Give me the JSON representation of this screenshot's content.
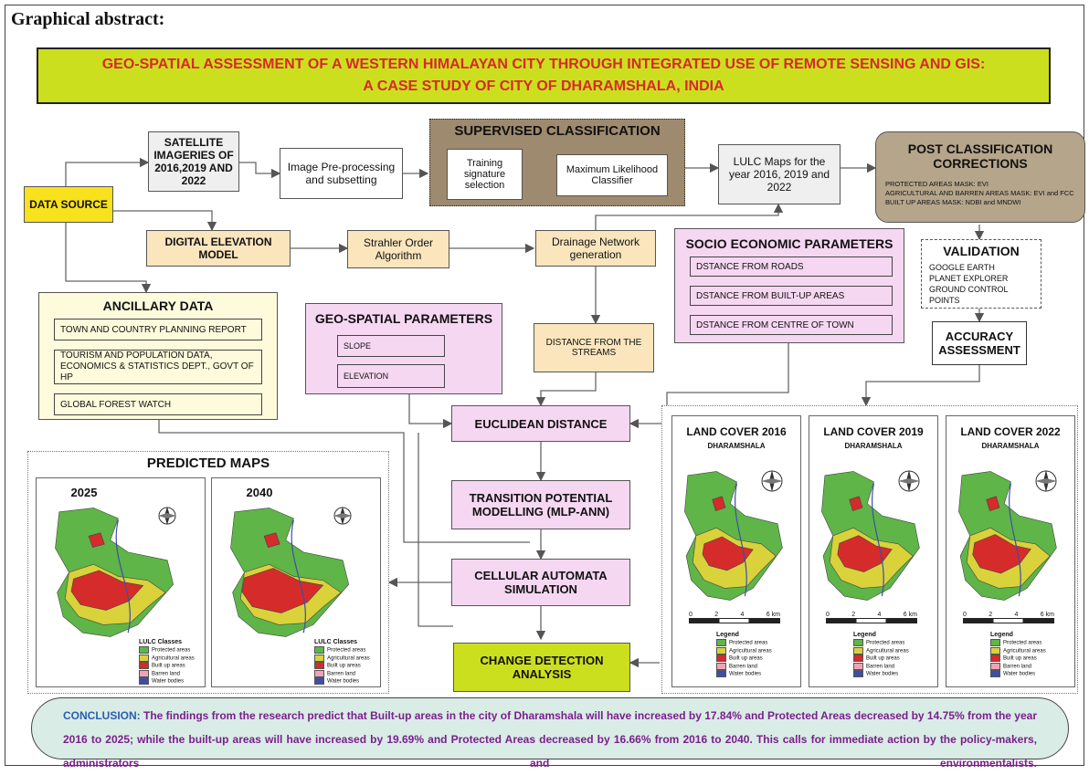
{
  "heading": "Graphical abstract:",
  "title": {
    "line1": "GEO-SPATIAL ASSESSMENT OF A WESTERN HIMALAYAN CITY THROUGH INTEGRATED USE OF REMOTE SENSING AND GIS:",
    "line2": "A CASE STUDY OF CITY OF DHARAMSHALA, INDIA"
  },
  "colors": {
    "title_fill": "#ccdf1f",
    "title_text": "#d8292a",
    "pink": "#f6d7f2",
    "tan": "#fbe5bd",
    "brown": "#b5a58b",
    "conclusion_fill": "#d9ece6",
    "conclusion_text": "#7a1f8c"
  },
  "nodes": {
    "data_source": "DATA SOURCE",
    "satellite": "SATELLITE IMAGERIES OF 2016,2019 AND 2022",
    "preprocessing": "Image Pre-processing and subsetting",
    "supervised_title": "SUPERVISED CLASSIFICATION",
    "training": "Training signature selection",
    "mlc": "Maximum Likelihood Classifier",
    "lulc_maps": "LULC Maps for the year 2016, 2019 and 2022",
    "post_title": "POST CLASSIFICATION CORRECTIONS",
    "post_lines": [
      "PROTECTED AREAS MASK: EVI",
      "AGRICULTURAL AND BARREN AREAS MASK: EVI and FCC",
      "BUILT UP AREAS MASK: NDBI and MNDWI"
    ],
    "dem": "DIGITAL ELEVATION MODEL",
    "strahler": "Strahler Order Algorithm",
    "drainage": "Drainage Network generation",
    "socio_title": "SOCIO ECONOMIC PARAMETERS",
    "socio_items": [
      "DSTANCE FROM ROADS",
      "DSTANCE FROM BUILT-UP AREAS",
      "DSTANCE FROM CENTRE OF TOWN"
    ],
    "validation_title": "VALIDATION",
    "validation_items": [
      "GOOGLE EARTH",
      "PLANET EXPLORER",
      "GROUND CONTROL POINTS"
    ],
    "ancillary_title": "ANCILLARY DATA",
    "ancillary_items": [
      "TOWN AND COUNTRY PLANNING REPORT",
      "TOURISM AND POPULATION DATA, ECONOMICS & STATISTICS DEPT., GOVT OF HP",
      "GLOBAL FOREST WATCH"
    ],
    "geo_title": "GEO-SPATIAL PARAMETERS",
    "geo_items": [
      "SLOPE",
      "ELEVATION"
    ],
    "streams": "DISTANCE FROM THE STREAMS",
    "accuracy": "ACCURACY ASSESSMENT",
    "euclidean": "EUCLIDEAN DISTANCE",
    "transition": "TRANSITION POTENTIAL MODELLING (MLP-ANN)",
    "cellular": "CELLULAR AUTOMATA SIMULATION",
    "change": "CHANGE DETECTION ANALYSIS",
    "predicted_title": "PREDICTED MAPS"
  },
  "predicted_maps": [
    {
      "year": "2025",
      "legend_title": "LULC Classes"
    },
    {
      "year": "2040",
      "legend_title": "LULC Classes"
    }
  ],
  "land_cover_maps": [
    {
      "title": "LAND COVER 2016",
      "subtitle": "DHARAMSHALA"
    },
    {
      "title": "LAND COVER 2019",
      "subtitle": "DHARAMSHALA"
    },
    {
      "title": "LAND COVER 2022",
      "subtitle": "DHARAMSHALA"
    }
  ],
  "legend": {
    "title": "Legend",
    "scale": [
      "0",
      "2",
      "4",
      "6 km"
    ],
    "classes": [
      {
        "label": "Protected areas",
        "color": "#5fb548"
      },
      {
        "label": "Agricultural areas",
        "color": "#d9d23a"
      },
      {
        "label": "Built up areas",
        "color": "#d62b2b"
      },
      {
        "label": "Barren land",
        "color": "#f0a3b6"
      },
      {
        "label": "Water bodies",
        "color": "#3b4fa8"
      }
    ]
  },
  "conclusion": {
    "label": "CONCLUSION:",
    "text": "The findings from the research predict that Built-up areas in the city of Dharamshala will have increased by 17.84% and Protected Areas decreased by 14.75% from the year 2016 to 2025; while the built-up areas will have increased by 19.69% and Protected Areas decreased by 16.66% from 2016 to 2040. This calls for immediate action by the policy-makers, administrators and environmentalists."
  }
}
